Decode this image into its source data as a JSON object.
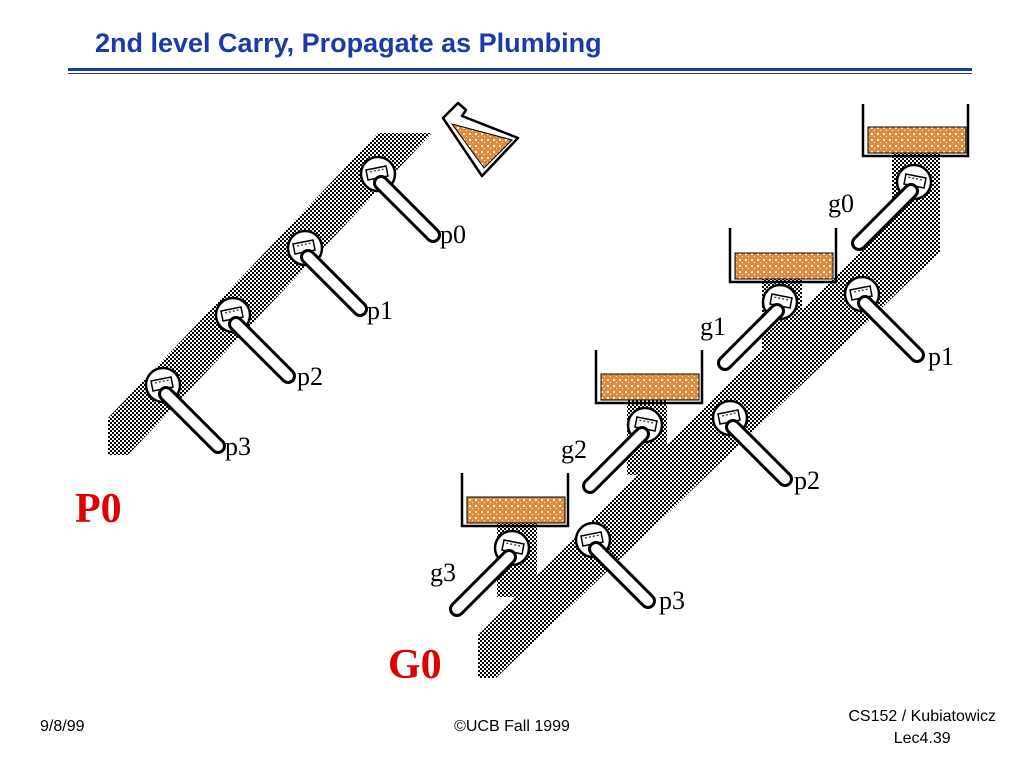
{
  "slide": {
    "title": "2nd level Carry, Propagate as Plumbing"
  },
  "diagram": {
    "colors": {
      "title": "#1c3ba6",
      "group_label": "#e00000",
      "fluid": "#e08a3c",
      "pipe": "#000000"
    },
    "p_network": {
      "label": "P0",
      "valves": [
        "p0",
        "p1",
        "p2",
        "p3"
      ],
      "source_icon": "flask-icon"
    },
    "g_network": {
      "label": "G0",
      "gate_valves": [
        "g0",
        "g1",
        "g2",
        "g3"
      ],
      "prop_valves": [
        "p1",
        "p2",
        "p3"
      ],
      "source_icon": "bucket-icon"
    }
  },
  "footer": {
    "date": "9/8/99",
    "copyright": "©UCB Fall 1999",
    "course": "CS152 / Kubiatowicz",
    "lecture": "Lec4.39"
  }
}
